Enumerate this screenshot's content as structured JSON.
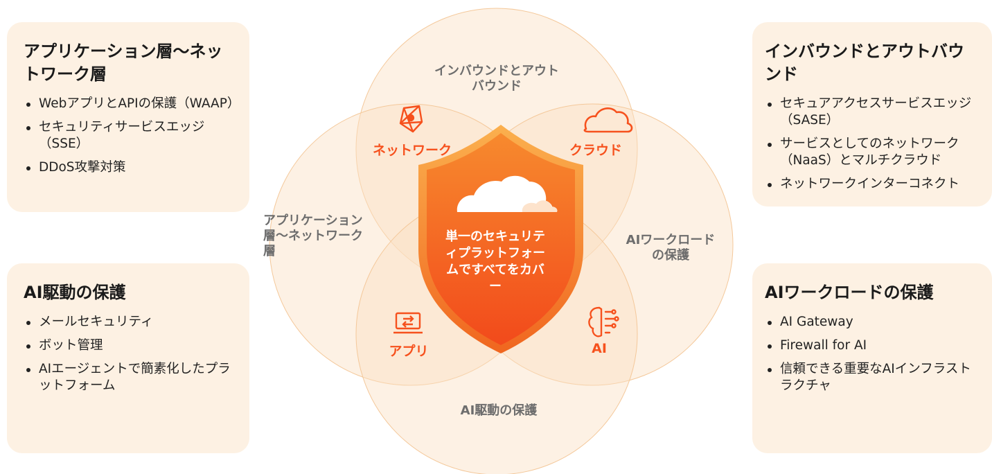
{
  "panels": {
    "top_left": {
      "title": "アプリケーション層～ネットワーク層",
      "items": [
        "WebアプリとAPIの保護（WAAP）",
        "セキュリティサービスエッジ（SSE）",
        "DDoS攻撃対策"
      ]
    },
    "bottom_left": {
      "title": "AI駆動の保護",
      "items": [
        "メールセキュリティ",
        "ボット管理",
        "AIエージェントで簡素化したプラットフォーム"
      ]
    },
    "top_right": {
      "title": "インバウンドとアウトバウンド",
      "items": [
        "セキュアアクセスサービスエッジ（SASE）",
        "サービスとしてのネットワーク（NaaS）とマルチクラウド",
        "ネットワークインターコネクト"
      ]
    },
    "bottom_right": {
      "title": "AIワークロードの保護",
      "items": [
        "AI Gateway",
        "Firewall for AI",
        "信頼できる重要なAIインフラストラクチャ"
      ]
    }
  },
  "venn": {
    "circle_top": "インバウンドとアウトバウンド",
    "circle_left": "アプリケーション層～ネットワーク層",
    "circle_right": "AIワークロードの保護",
    "circle_bottom": "AI駆動の保護",
    "icons": {
      "network": {
        "label": "ネットワーク",
        "icon": "network-mesh-icon"
      },
      "cloud": {
        "label": "クラウド",
        "icon": "cloud-icon"
      },
      "app": {
        "label": "アプリ",
        "icon": "app-window-icon"
      },
      "ai": {
        "label": "AI",
        "icon": "brain-circuit-icon"
      }
    },
    "shield_text": "単一のセキュリティプラットフォームですべてをカバー"
  },
  "colors": {
    "accent": "#f6511d",
    "panel_bg": "#fdf1e3",
    "circle_fill": "#fbe1c4",
    "shield_top": "#f78a2e",
    "shield_bottom": "#f24a1b"
  }
}
